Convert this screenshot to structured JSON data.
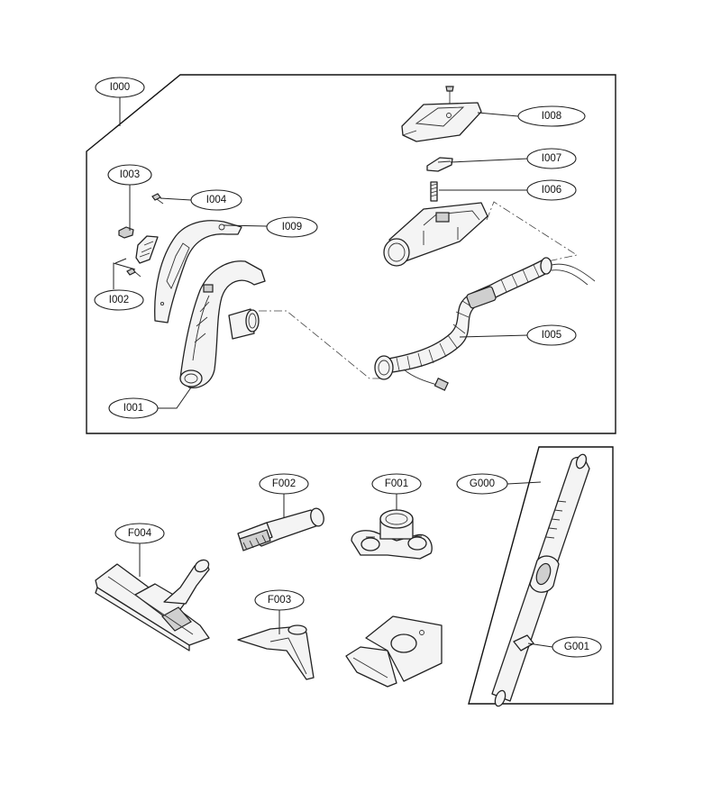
{
  "callouts": {
    "i000": "I000",
    "i001": "I001",
    "i002": "I002",
    "i003": "I003",
    "i004": "I004",
    "i005": "I005",
    "i006": "I006",
    "i007": "I007",
    "i008": "I008",
    "i009": "I009",
    "f001": "F001",
    "f002": "F002",
    "f003": "F003",
    "f004": "F004",
    "g000": "G000",
    "g001": "G001"
  }
}
